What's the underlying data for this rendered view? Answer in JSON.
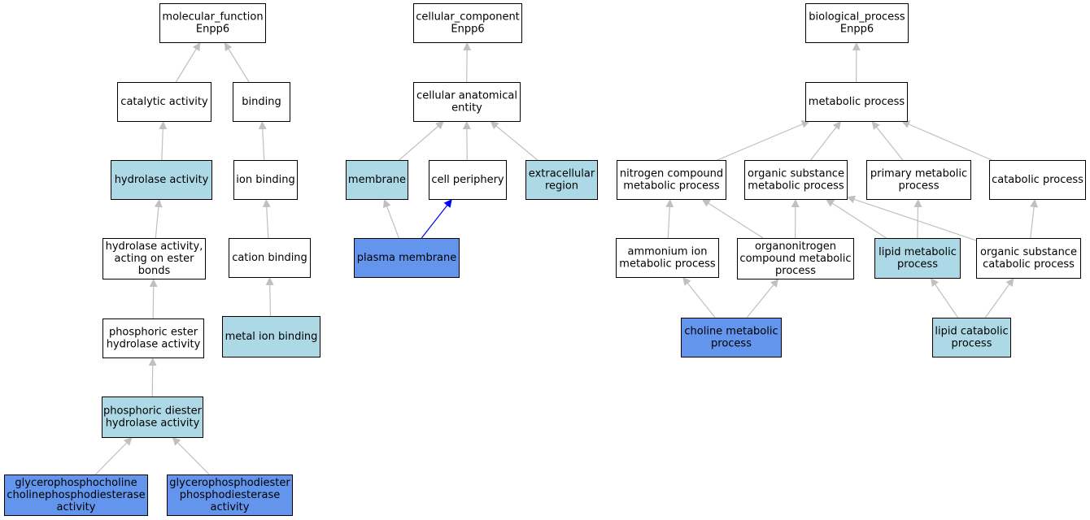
{
  "colors": {
    "plain": "#ffffff",
    "light": "#add8e6",
    "strong": "#6495ed",
    "edge": "#c0c0c0",
    "highlight_edge": "#0000ff"
  },
  "nodes": [
    {
      "id": "mf",
      "lines": [
        "molecular_function",
        "Enpp6"
      ],
      "fill": "plain"
    },
    {
      "id": "cat",
      "lines": [
        "catalytic activity"
      ],
      "fill": "plain"
    },
    {
      "id": "bind",
      "lines": [
        "binding"
      ],
      "fill": "plain"
    },
    {
      "id": "hydro",
      "lines": [
        "hydrolase activity"
      ],
      "fill": "light"
    },
    {
      "id": "ion",
      "lines": [
        "ion binding"
      ],
      "fill": "plain"
    },
    {
      "id": "hester",
      "lines": [
        "hydrolase activity,",
        "acting on ester",
        "bonds"
      ],
      "fill": "plain"
    },
    {
      "id": "cation",
      "lines": [
        "cation binding"
      ],
      "fill": "plain"
    },
    {
      "id": "pmono",
      "lines": [
        "phosphoric ester",
        "hydrolase activity"
      ],
      "fill": "plain"
    },
    {
      "id": "metal",
      "lines": [
        "metal ion binding"
      ],
      "fill": "light"
    },
    {
      "id": "pdi",
      "lines": [
        "phosphoric diester",
        "hydrolase activity"
      ],
      "fill": "light"
    },
    {
      "id": "gpcc",
      "lines": [
        "glycerophosphocholine",
        "cholinephosphodiesterase",
        "activity"
      ],
      "fill": "strong"
    },
    {
      "id": "gpdp",
      "lines": [
        "glycerophosphodiester",
        "phosphodiesterase",
        "activity"
      ],
      "fill": "strong"
    },
    {
      "id": "cc",
      "lines": [
        "cellular_component",
        "Enpp6"
      ],
      "fill": "plain"
    },
    {
      "id": "cae",
      "lines": [
        "cellular anatomical",
        "entity"
      ],
      "fill": "plain"
    },
    {
      "id": "mem",
      "lines": [
        "membrane"
      ],
      "fill": "light"
    },
    {
      "id": "cper",
      "lines": [
        "cell periphery"
      ],
      "fill": "plain"
    },
    {
      "id": "extra",
      "lines": [
        "extracellular",
        "region"
      ],
      "fill": "light"
    },
    {
      "id": "pmem",
      "lines": [
        "plasma membrane"
      ],
      "fill": "strong"
    },
    {
      "id": "bp",
      "lines": [
        "biological_process",
        "Enpp6"
      ],
      "fill": "plain"
    },
    {
      "id": "metab",
      "lines": [
        "metabolic process"
      ],
      "fill": "plain"
    },
    {
      "id": "nitro",
      "lines": [
        "nitrogen compound",
        "metabolic process"
      ],
      "fill": "plain"
    },
    {
      "id": "orgsub",
      "lines": [
        "organic substance",
        "metabolic process"
      ],
      "fill": "plain"
    },
    {
      "id": "prim",
      "lines": [
        "primary metabolic",
        "process"
      ],
      "fill": "plain"
    },
    {
      "id": "catab",
      "lines": [
        "catabolic process"
      ],
      "fill": "plain"
    },
    {
      "id": "ammon",
      "lines": [
        "ammonium ion",
        "metabolic process"
      ],
      "fill": "plain"
    },
    {
      "id": "orgnit",
      "lines": [
        "organonitrogen",
        "compound metabolic",
        "process"
      ],
      "fill": "plain"
    },
    {
      "id": "lipid",
      "lines": [
        "lipid metabolic",
        "process"
      ],
      "fill": "light"
    },
    {
      "id": "orgcat",
      "lines": [
        "organic substance",
        "catabolic process"
      ],
      "fill": "plain"
    },
    {
      "id": "chol",
      "lines": [
        "choline metabolic",
        "process"
      ],
      "fill": "strong"
    },
    {
      "id": "lipcat",
      "lines": [
        "lipid catabolic",
        "process"
      ],
      "fill": "light"
    }
  ],
  "edges": [
    {
      "from": "cat",
      "to": "mf"
    },
    {
      "from": "bind",
      "to": "mf"
    },
    {
      "from": "hydro",
      "to": "cat"
    },
    {
      "from": "ion",
      "to": "bind"
    },
    {
      "from": "hester",
      "to": "hydro"
    },
    {
      "from": "cation",
      "to": "ion"
    },
    {
      "from": "pmono",
      "to": "hester"
    },
    {
      "from": "metal",
      "to": "cation"
    },
    {
      "from": "pdi",
      "to": "pmono"
    },
    {
      "from": "gpcc",
      "to": "pdi"
    },
    {
      "from": "gpdp",
      "to": "pdi"
    },
    {
      "from": "cae",
      "to": "cc"
    },
    {
      "from": "mem",
      "to": "cae"
    },
    {
      "from": "cper",
      "to": "cae"
    },
    {
      "from": "extra",
      "to": "cae"
    },
    {
      "from": "pmem",
      "to": "mem"
    },
    {
      "from": "pmem",
      "to": "cper",
      "highlight": true
    },
    {
      "from": "metab",
      "to": "bp"
    },
    {
      "from": "nitro",
      "to": "metab"
    },
    {
      "from": "orgsub",
      "to": "metab"
    },
    {
      "from": "prim",
      "to": "metab"
    },
    {
      "from": "catab",
      "to": "metab"
    },
    {
      "from": "ammon",
      "to": "nitro"
    },
    {
      "from": "orgnit",
      "to": "nitro"
    },
    {
      "from": "orgnit",
      "to": "orgsub"
    },
    {
      "from": "lipid",
      "to": "orgsub"
    },
    {
      "from": "lipid",
      "to": "prim"
    },
    {
      "from": "orgcat",
      "to": "orgsub"
    },
    {
      "from": "orgcat",
      "to": "catab"
    },
    {
      "from": "chol",
      "to": "ammon"
    },
    {
      "from": "chol",
      "to": "orgnit"
    },
    {
      "from": "lipcat",
      "to": "lipid"
    },
    {
      "from": "lipcat",
      "to": "orgcat"
    }
  ]
}
